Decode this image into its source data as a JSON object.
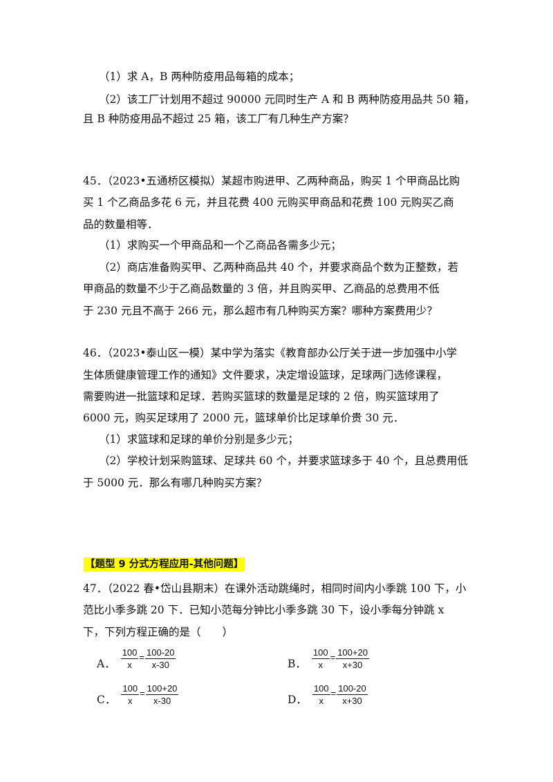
{
  "q44": {
    "part1": "（1）求 A，B 两种防疫用品每箱的成本；",
    "part2_line1": "（2）该工厂计划用不超过 90000 元同时生产 A 和 B 两种防疫用品共 50 箱，",
    "part2_line2": "且 B 种防疫用品不超过 25 箱，该工厂有几种生产方案？"
  },
  "q45": {
    "line1": "45．（2023•五通桥区模拟）某超市购进甲、乙两种商品，购买 1 个甲商品比购",
    "line2": "买 1 个乙商品多花 6 元，并且花费 400 元购买甲商品和花费 100 元购买乙商",
    "line3": "品的数量相等．",
    "part1": "（1）求购买一个甲商品和一个乙商品各需多少元；",
    "part2_line1": "（2）商店准备购买甲、乙两种商品共 40 个，并要求商品个数为正整数，若",
    "part2_line2": "甲商品的数量不少于乙商品数量的 3 倍，并且购买甲、乙商品的总费用不低",
    "part2_line3": "于 230 元且不高于 266 元，那么超市有几种购买方案？哪种方案费用少？"
  },
  "q46": {
    "line1": "46．（2023•泰山区一模）某中学为落实《教育部办公厅关于进一步加强中小学",
    "line2": "生体质健康管理工作的通知》文件要求，决定增设篮球，足球两门选修课程，",
    "line3": "需要购进一批篮球和足球．若购买篮球的数量是足球的 2 倍，购买篮球用了",
    "line4": "6000 元，购买足球用了 2000 元，篮球单价比足球单价贵 30 元．",
    "part1": "（1）求篮球和足球的单价分别是多少元；",
    "part2_line1": "（2）学校计划采购篮球、足球共 60 个，并要求篮球多于 40 个，且总费用低",
    "part2_line2": "于 5000 元．那么有哪几种购买方案？"
  },
  "section_heading": "【题型 9 分式方程应用-其他问题】",
  "q47": {
    "line1": "47．（2022 春•岱山县期末）在课外活动跳绳时，相同时间内小季跳 100 下，小",
    "line2": "范比小季多跳 20 下．已知小范每分钟比小季多跳 30 下，设小季每分钟跳 x",
    "line3": "下，下列方程正确的是（　　）",
    "options": [
      {
        "label": "A．",
        "lhs_num": "100",
        "lhs_den": "x",
        "eq": "=",
        "rhs_num": "100-20",
        "rhs_den": "x-30"
      },
      {
        "label": "B．",
        "lhs_num": "100",
        "lhs_den": "x",
        "eq": "=",
        "rhs_num": "100+20",
        "rhs_den": "x+30"
      },
      {
        "label": "C．",
        "lhs_num": "100",
        "lhs_den": "x",
        "eq": "=",
        "rhs_num": "100+20",
        "rhs_den": "x-30"
      },
      {
        "label": "D．",
        "lhs_num": "100",
        "lhs_den": "x",
        "eq": "=",
        "rhs_num": "100-20",
        "rhs_den": "x+30"
      }
    ]
  }
}
